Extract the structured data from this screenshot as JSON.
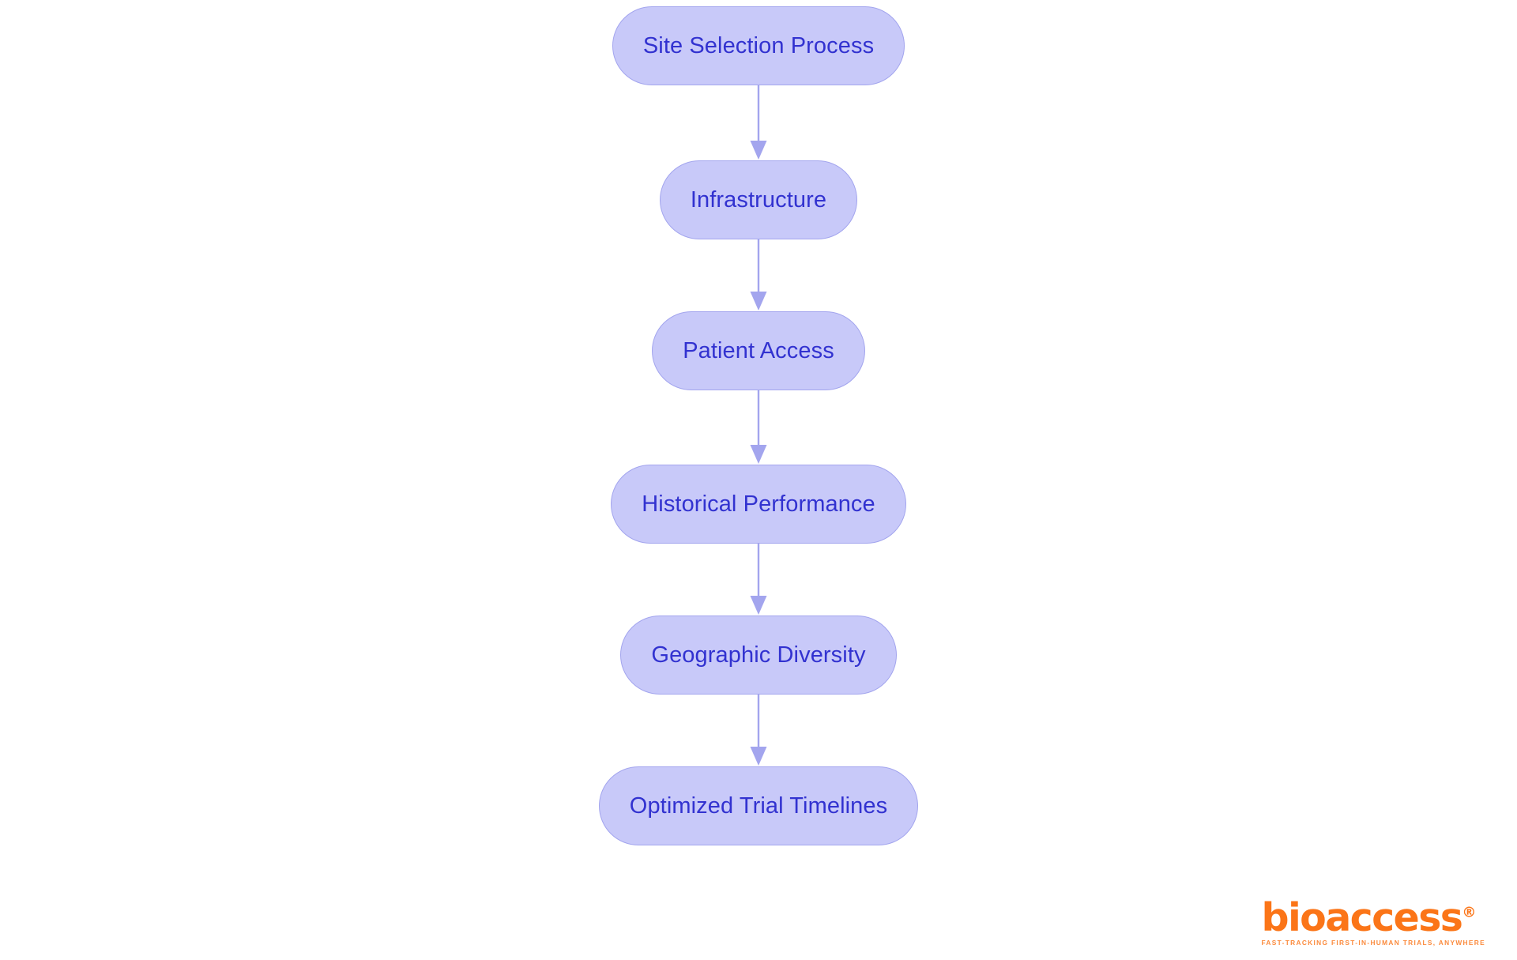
{
  "chart_data": {
    "type": "diagram",
    "diagram_type": "flowchart",
    "orientation": "top-to-bottom",
    "title": "",
    "nodes": [
      {
        "id": "n0",
        "label": "Site Selection Process",
        "shape": "stadium"
      },
      {
        "id": "n1",
        "label": "Infrastructure",
        "shape": "stadium"
      },
      {
        "id": "n2",
        "label": "Patient Access",
        "shape": "stadium"
      },
      {
        "id": "n3",
        "label": "Historical Performance",
        "shape": "stadium"
      },
      {
        "id": "n4",
        "label": "Geographic Diversity",
        "shape": "stadium"
      },
      {
        "id": "n5",
        "label": "Optimized Trial Timelines",
        "shape": "stadium"
      }
    ],
    "edges": [
      {
        "from": "n0",
        "to": "n1",
        "label": "",
        "arrow": "down"
      },
      {
        "from": "n1",
        "to": "n2",
        "label": "",
        "arrow": "down"
      },
      {
        "from": "n2",
        "to": "n3",
        "label": "",
        "arrow": "down"
      },
      {
        "from": "n3",
        "to": "n4",
        "label": "",
        "arrow": "down"
      },
      {
        "from": "n4",
        "to": "n5",
        "label": "",
        "arrow": "down"
      }
    ],
    "colors": {
      "background": "#ffffff",
      "node_fill": "#c8c9f9",
      "node_border": "#a3a5ee",
      "node_text": "#3232d0",
      "edge": "#a3a5ee",
      "logo_orange": "#fb7518",
      "logo_tagline": "#fb8a3c"
    }
  },
  "flow": {
    "nodes": [
      {
        "label": "Site Selection Process"
      },
      {
        "label": "Infrastructure"
      },
      {
        "label": "Patient Access"
      },
      {
        "label": "Historical Performance"
      },
      {
        "label": "Geographic Diversity"
      },
      {
        "label": "Optimized Trial Timelines"
      }
    ]
  },
  "logo": {
    "name": "bioaccess",
    "registered_mark": "®",
    "tagline": "FAST-TRACKING FIRST-IN-HUMAN TRIALS, ANYWHERE"
  }
}
